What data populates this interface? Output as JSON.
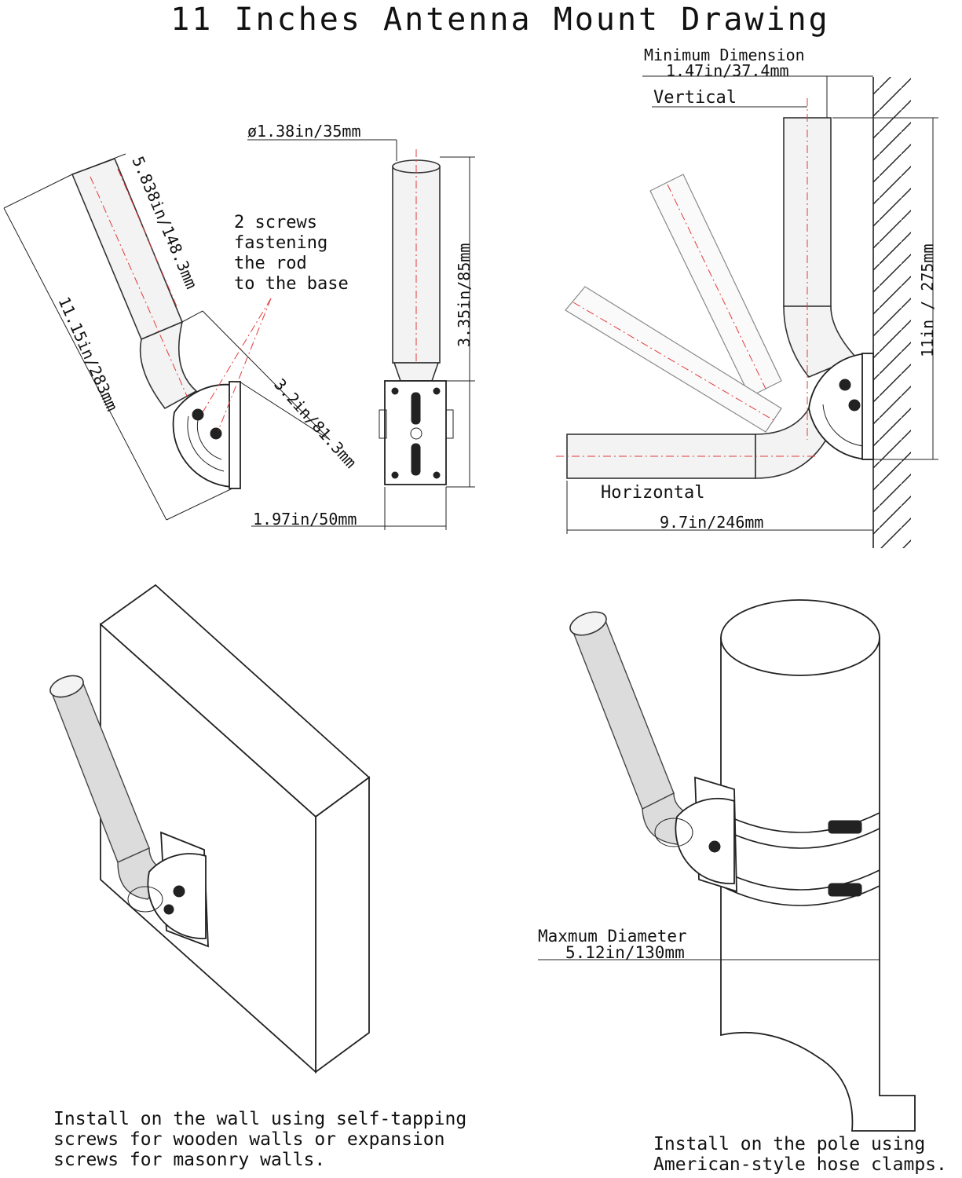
{
  "title": "11 Inches Antenna Mount Drawing",
  "side_view": {
    "pipe_diameter": "ø1.38in/35mm",
    "upper_length": "5.838in/148.3mm",
    "total_length": "11.15in/283mm",
    "note_lines": [
      "2 screws",
      "fastening",
      "the rod",
      "to the base"
    ],
    "base_offset": "3.2in/81.3mm"
  },
  "front_view": {
    "stub_height": "3.35in/85mm",
    "base_width": "1.97in/50mm"
  },
  "range_view": {
    "min_dimension_label": "Minimum Dimension",
    "min_dimension_value": "1.47in/37.4mm",
    "vertical_label": "Vertical",
    "height": "11in / 275mm",
    "horizontal_label": "Horizontal",
    "reach": "9.7in/246mm"
  },
  "wall_install": {
    "caption_lines": [
      "Install on the wall using self-tapping",
      "screws for wooden walls or expansion",
      "screws for masonry walls."
    ]
  },
  "pole_install": {
    "max_diameter_label": "Maxmum Diameter",
    "max_diameter_value": "5.12in/130mm",
    "caption_lines": [
      "Install on the pole using",
      "American-style hose clamps."
    ]
  }
}
